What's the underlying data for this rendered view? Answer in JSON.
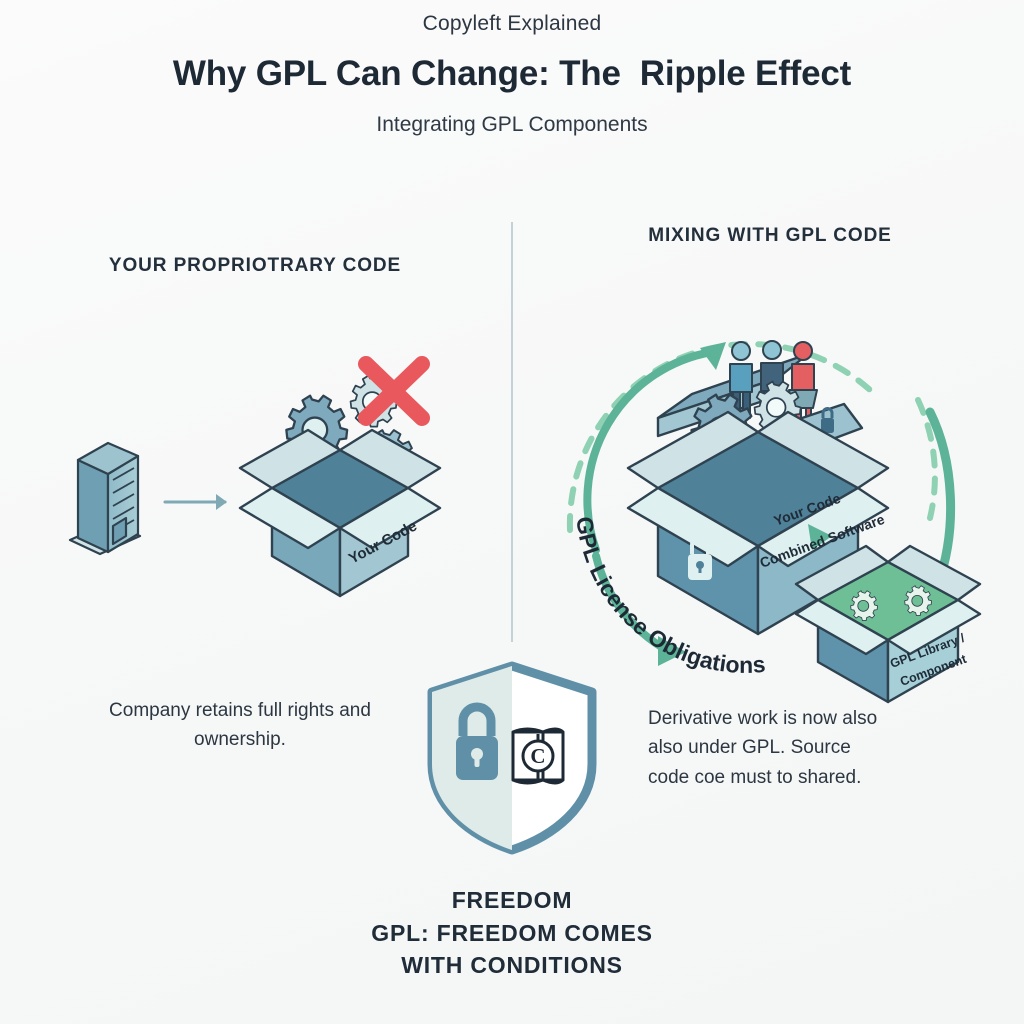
{
  "header": {
    "eyebrow": "Copyleft Explained",
    "title": "Why GPL Can Change: The  Ripple Effect",
    "subtitle": "Integrating GPL Components"
  },
  "left_column": {
    "heading": "YOUR PROPRIOTRARY CODE",
    "caption": "Company retains full rights and ownership.",
    "box_label": "Your Code",
    "icons": {
      "company": "office-building-icon",
      "flow_arrow": "right-arrow-icon",
      "box": "open-box-with-gears-icon",
      "forbidden": "red-x-icon"
    }
  },
  "right_column": {
    "heading": "MIXING WITH GPL CODE",
    "caption_lines": [
      "Derivative work is now also",
      "also under GPL. Source",
      " code coe must to shared."
    ],
    "cycle_label": "GPL License Obligations",
    "box_labels": {
      "your_code": "Your Code",
      "combined": "Combined Software",
      "gpl_library": "GPL Library / Component"
    },
    "icons": {
      "people": "community-people-icon",
      "lock_badge": "lock-badge-icon",
      "box_lock": "padlock-icon",
      "gears": "gears-icon",
      "cycle_arrow": "circular-arrow-icon",
      "dashed_arc": "dashed-arc-icon",
      "down_arrow": "down-arrow-icon"
    }
  },
  "shield": {
    "lock_icon": "padlock-icon",
    "book_icon": "open-book-copyright-icon",
    "copyright_glyph": "C"
  },
  "footer": {
    "line1": "FREEDOM",
    "line2": "GPL: FREEDOM COMES",
    "line3": "WITH CONDITIONS"
  },
  "colors": {
    "background": "#fafafa",
    "ink": "#1d2935",
    "steel_blue": "#5f90a8",
    "deep_blue": "#467f9b",
    "pale_blue": "#cfe3e6",
    "mid_blue": "#8fb8c6",
    "green": "#5cb397",
    "pale_green": "#8fd1b3",
    "gpl_green": "#6fbf96",
    "red_x": "#e8585c",
    "person_red": "#e35f62",
    "divider": "#c4d2d8"
  }
}
